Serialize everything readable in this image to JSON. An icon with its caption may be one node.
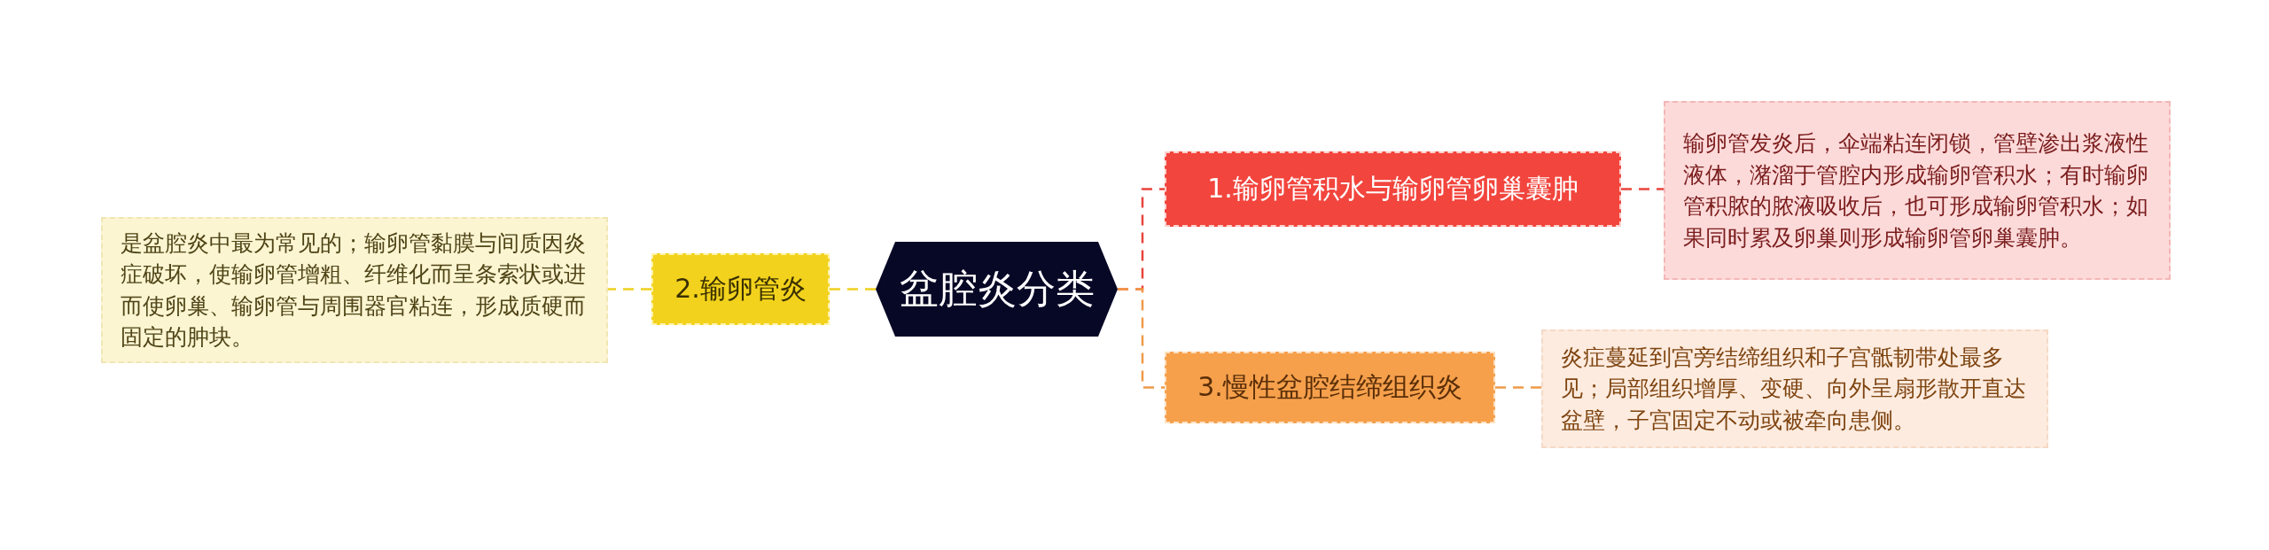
{
  "diagram": {
    "nodes": [
      {
        "text": [
          "盆腔炎分类"
        ]
      },
      {
        "text": [
          "1.输卵管积水与输卵管卵巢囊肿"
        ]
      },
      {
        "text": [
          "输卵管发炎后，伞端粘连闭锁，管壁渗出浆液性液体，潴溜于管腔内形成输卵管积水；有时输卵管积脓的脓液吸收后，也可形成输卵管积水；如果同时累及卵巢则形成输卵管卵巢囊肿。"
        ]
      },
      {
        "text": [
          "2.输卵管炎"
        ]
      },
      {
        "text": [
          "是盆腔炎中最为常见的；输卵管黏膜与间质因炎症破坏，使输卵管增粗、纤维化而呈条索状或进而使卵巢、输卵管与周围器官粘连，形成质硬而固定的肿块。"
        ]
      },
      {
        "text": [
          "3.慢性盆腔结缔组织炎"
        ]
      },
      {
        "text": [
          "炎症蔓延到宫旁结缔组织和子宫骶韧带处最多见；局部组织增厚、变硬、向外呈扇形散开直达盆壁，子宫固定不动或被牵向患侧。"
        ]
      }
    ],
    "edges": [
      {
        "from": 0,
        "to": 1,
        "arrow": "none",
        "style": "dashed",
        "color": "#e8453c"
      },
      {
        "from": 1,
        "to": 2,
        "arrow": "none",
        "style": "dashed",
        "color": "#e8453c"
      },
      {
        "from": 0,
        "to": 3,
        "arrow": "none",
        "style": "dashed",
        "color": "#efcf1e"
      },
      {
        "from": 3,
        "to": 4,
        "arrow": "none",
        "style": "dashed",
        "color": "#efcf1e"
      },
      {
        "from": 0,
        "to": 5,
        "arrow": "none",
        "style": "dashed",
        "color": "#f09a48"
      },
      {
        "from": 5,
        "to": 6,
        "arrow": "none",
        "style": "dashed",
        "color": "#f09a48"
      }
    ]
  }
}
